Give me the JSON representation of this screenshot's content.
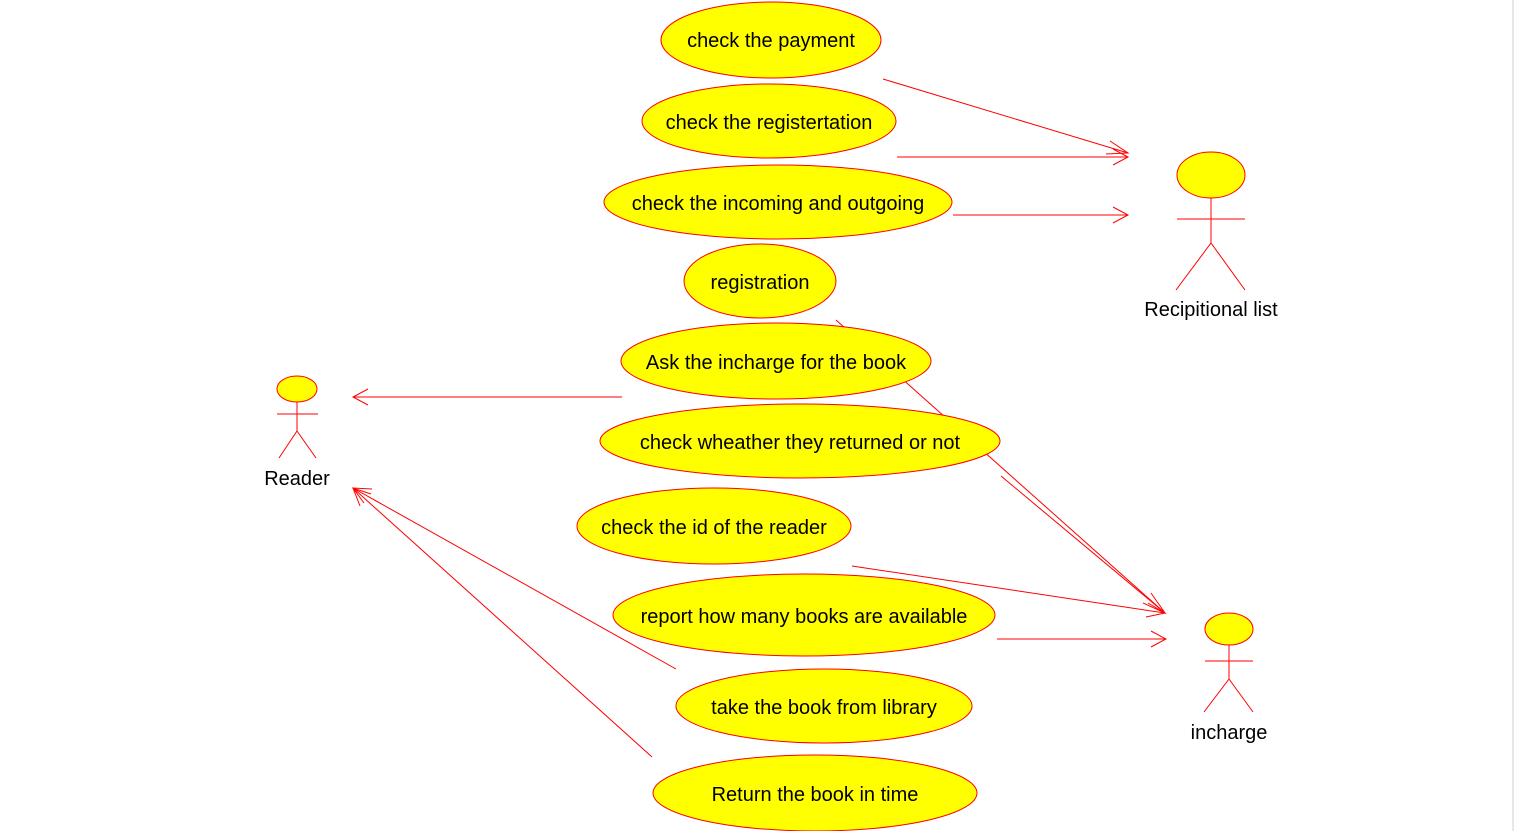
{
  "diagram": {
    "colors": {
      "fill": "#ffff00",
      "stroke": "#ff0000",
      "text": "#000000"
    },
    "actors": {
      "reader": "Reader",
      "recipitional_list": "Recipitional list",
      "incharge": "incharge"
    },
    "use_cases": {
      "check_payment": "check the payment",
      "check_registration": "check the registertation",
      "check_incoming_outgoing": "check the incoming and outgoing",
      "registration": "registration",
      "ask_incharge": "Ask the incharge for the book",
      "check_returned": "check wheather they returned or not",
      "check_id": "check the id of the reader",
      "report_books": "report how many books are available",
      "take_book": "take the book from library",
      "return_book": "Return the book in time"
    }
  }
}
